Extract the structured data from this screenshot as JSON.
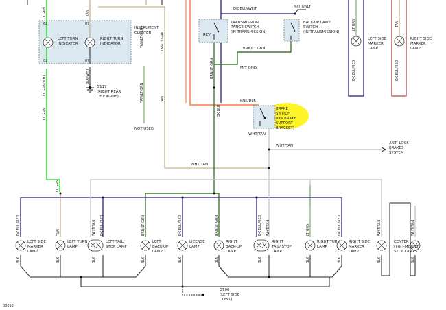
{
  "wires": {
    "lt_grn_top": "LT GRN",
    "tan_top": "TAN",
    "tan_grn_a": "TAN/LT GRN",
    "tan_grn_b": "TAN/LT GRN",
    "lt_grn_wht": "LT GRN/WHT",
    "lt_grn_left": "LT GRN",
    "blk_wht": "BLK/WHT",
    "tan_mid": "TAN",
    "dk_blu_wht": "DK BLU/WHT",
    "dk_blu": "DK BLU",
    "brn_lt_grn_a": "BRN/LT GRN",
    "brn_lt_grn_b": "BRN/LT GRN",
    "pnk_blk": "PNK/BLK",
    "wht_tan_a": "WHT/TAN",
    "wht_tan_b": "WHT/TAN",
    "wht_tan_c": "WHT/TAN",
    "lt_grn_mid": "LT GRN",
    "lt_grn_rt1": "LT GRN",
    "tan_rt1": "TAN",
    "dk_blu_red_rt1": "DK BLU/RED",
    "dk_blu_red_rt2": "DK BLU/RED"
  },
  "components": {
    "cluster": "INSTRUMENT CLUSTER",
    "left_turn_indicator": "LEFT TURN INDICATOR",
    "right_turn_indicator": "RIGHT TURN INDICATOR",
    "pin_62": "62",
    "pin_87": "87",
    "pin_82": "82",
    "pin_67": "67",
    "g117": "G117",
    "g117_loc": "(RIGHT REAR OF ENGINE)",
    "not_used": "NOT USED",
    "trs_switch": "TRANSMISSION RANGE SWITCH (IN TRANSMISSION)",
    "rev": "REV",
    "backup_switch": "BACK-UP LAMP SWITCH (IN TRANSMISSION)",
    "mt_only_a": "M/T ONLY",
    "mt_only_b": "M/T ONLY",
    "brake_switch": "BRAKE SWITCH (ON BRAKE SUPPORT BRACKET)",
    "abs": "ANTI-LOCK BRAKES SYSTEM",
    "left_side_marker_rt": "LEFT SIDE MARKER LAMP",
    "right_side_marker_rt": "RIGHT SIDE MARKER LAMP",
    "g100": "G100",
    "g100_loc": "(LEFT SIDE COWL)",
    "corner": "03092"
  },
  "lamps": [
    {
      "wire": "DK BLU/RED",
      "name": "LEFT SIDE MARKER LAMP",
      "blk": "BLK"
    },
    {
      "wire": "TAN",
      "name": "LEFT TURN LAMP",
      "blk": "BLK"
    },
    {
      "wire": "WHT/TAN",
      "wire2": "DK BLU/RED",
      "name": "LEFT TAIL/ STOP LAMP",
      "blk": "BLK"
    },
    {
      "wire": "BRN/LT GRN",
      "name": "LEFT BACK-UP LAMP",
      "blk": "BLK"
    },
    {
      "wire": "DK BLU/RED",
      "name": "LICENSE LAMP",
      "blk": "BLK"
    },
    {
      "wire": "BRN/LT GRN",
      "name": "RIGHT BACK-UP LAMP",
      "blk": "BLK"
    },
    {
      "wire": "DK BLU/RED",
      "wire2": "WHT/TAN",
      "name": "RIGHT TAIL/ STOP LAMP",
      "blk": "BLK"
    },
    {
      "wire": "LT GRN",
      "name": "RIGHT TURN LAMP",
      "blk": "BLK"
    },
    {
      "wire": "DK BLU/RED",
      "name": "RIGHT SIDE MARKER LAMP",
      "blk": "BLK"
    },
    {
      "wire": "WHT/TAN",
      "wire2": "WHT/TAN",
      "name": "CENTER HIGH-MOUNT STOP LAMPS",
      "blk": "BLK",
      "blk2": "BLK"
    }
  ]
}
